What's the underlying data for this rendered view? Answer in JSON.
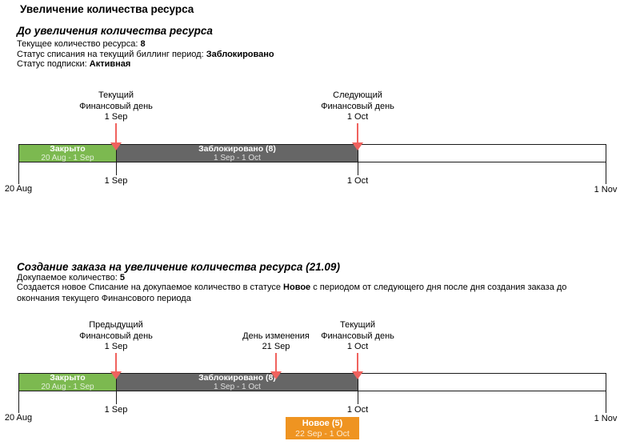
{
  "title": "Увеличение количества ресурса",
  "colors": {
    "closed_green": "#7CB950",
    "blocked_gray": "#666666",
    "new_orange": "#EF9421",
    "marker_arrow_red": "#F0625E"
  },
  "section_before": {
    "heading": "До увеличения количества ресурса",
    "rows": [
      {
        "label": "Текущее количество ресурса: ",
        "value": "8"
      },
      {
        "label": "Статус списания на текущий биллинг период: ",
        "value": "Заблокировано"
      },
      {
        "label": "Статус подписки: ",
        "value": "Активная"
      }
    ]
  },
  "timeline_before": {
    "markers": [
      {
        "line1": "Текущий",
        "line2": "Финансовый день",
        "line3": "1 Sep"
      },
      {
        "line1": "Следующий",
        "line2": "Финансовый день",
        "line3": "1 Oct"
      }
    ],
    "segments": [
      {
        "status": "Закрыто",
        "period": "20 Aug - 1 Sep"
      },
      {
        "status": "Заблокировано (8)",
        "period": "1 Sep - 1 Oct"
      }
    ],
    "axis_ticks": [
      "20 Aug",
      "1 Sep",
      "1 Oct",
      "1 Nov"
    ]
  },
  "section_order": {
    "heading": "Создание заказа на увеличение количества ресурса (21.09)",
    "quantity_label": "Докупаемое количество: ",
    "quantity_value": "5",
    "note_before": "Создается новое Списание на докупаемое количество в статусе ",
    "note_bold": "Новое",
    "note_after": " с периодом от следующего дня после дня создания заказа до окончания текущего Финансового периода"
  },
  "timeline_order": {
    "markers": [
      {
        "line1": "Предыдущий",
        "line2": "Финансовый день",
        "line3": "1 Sep"
      },
      {
        "line1": "День изменения",
        "line2": "21 Sep"
      },
      {
        "line1": "Текущий",
        "line2": "Финансовый день",
        "line3": "1 Oct"
      }
    ],
    "segments": [
      {
        "status": "Закрыто",
        "period": "20 Aug - 1 Sep"
      },
      {
        "status": "Заблокировано (8)",
        "period": "1 Sep - 1 Oct"
      }
    ],
    "axis_ticks": [
      "20 Aug",
      "1 Sep",
      "1 Oct",
      "1 Nov"
    ],
    "new_charge": {
      "status": "Новое (5)",
      "period": "22 Sep - 1 Oct"
    }
  }
}
